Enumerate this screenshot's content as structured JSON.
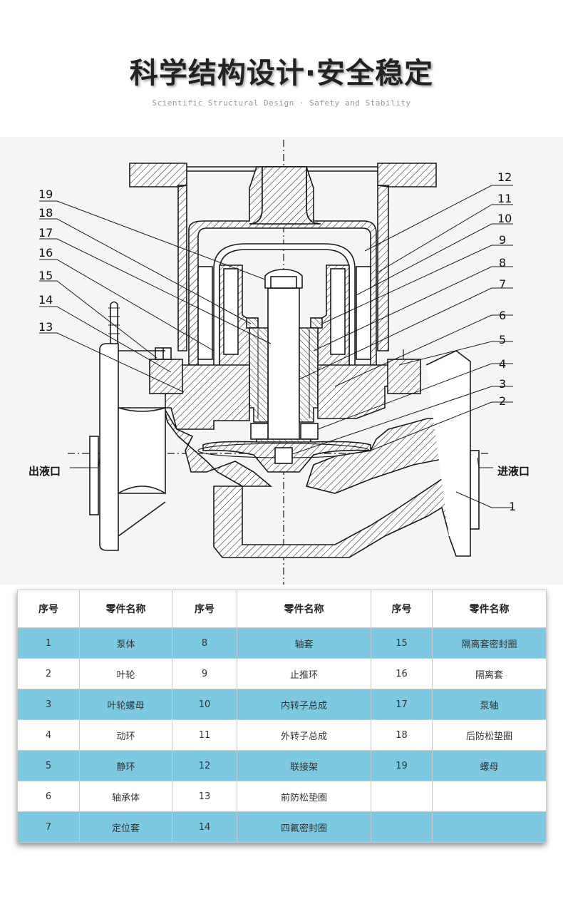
{
  "header": {
    "title": "科学结构设计·安全稳定",
    "subtitle": "Scientific Structural Design · Safety and Stability"
  },
  "diagram": {
    "outlet_label": "出液口",
    "inlet_label": "进液口",
    "callouts_left": [
      "19",
      "18",
      "17",
      "16",
      "15",
      "14",
      "13"
    ],
    "callouts_right": [
      "12",
      "11",
      "10",
      "9",
      "8",
      "7",
      "6",
      "5",
      "4",
      "3",
      "2"
    ],
    "callout_body": "1",
    "colors": {
      "line": "#1a1a1a",
      "background": "#f5f5f5",
      "hatch": "#1a1a1a"
    }
  },
  "table": {
    "headers": [
      "序号",
      "零件名称",
      "序号",
      "零件名称",
      "序号",
      "零件名称"
    ],
    "rows": [
      [
        "1",
        "泵体",
        "8",
        "轴套",
        "15",
        "隔离套密封圈"
      ],
      [
        "2",
        "叶轮",
        "9",
        "止推环",
        "16",
        "隔离套"
      ],
      [
        "3",
        "叶轮螺母",
        "10",
        "内转子总成",
        "17",
        "泵轴"
      ],
      [
        "4",
        "动环",
        "11",
        "外转子总成",
        "18",
        "后防松垫圈"
      ],
      [
        "5",
        "静环",
        "12",
        "联接架",
        "19",
        "螺母"
      ],
      [
        "6",
        "轴承体",
        "13",
        "前防松垫圈",
        "",
        ""
      ],
      [
        "7",
        "定位套",
        "14",
        "四氟密封圈",
        "",
        ""
      ]
    ],
    "row_highlight_color": "#7cc9e1"
  }
}
